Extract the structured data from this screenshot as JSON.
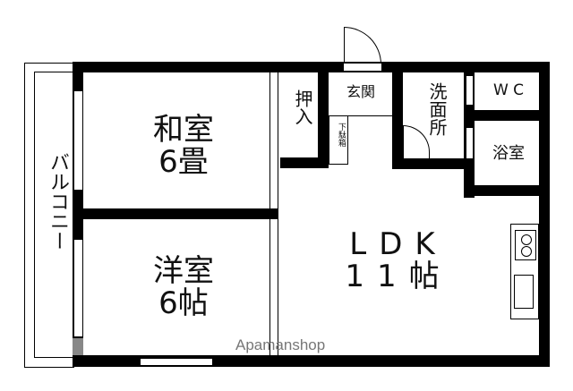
{
  "floorplan": {
    "rooms": {
      "washitsu": {
        "name": "和室",
        "size": "6畳"
      },
      "youshitsu": {
        "name": "洋室",
        "size": "6帖"
      },
      "ldk": {
        "name": "LDK",
        "size": "11帖"
      },
      "oshiire": {
        "name": "押入"
      },
      "genkan": {
        "name": "玄関"
      },
      "getabako": {
        "name": "下駄箱"
      },
      "senmenjo": {
        "name": "洗面所"
      },
      "wc": {
        "name": "W C"
      },
      "yokushitsu": {
        "name": "浴室"
      },
      "balcony": {
        "name": "バルコニー"
      }
    },
    "watermark": "Apamanshop",
    "colors": {
      "wall": "#000000",
      "background": "#ffffff",
      "watermark": "#777777"
    }
  }
}
